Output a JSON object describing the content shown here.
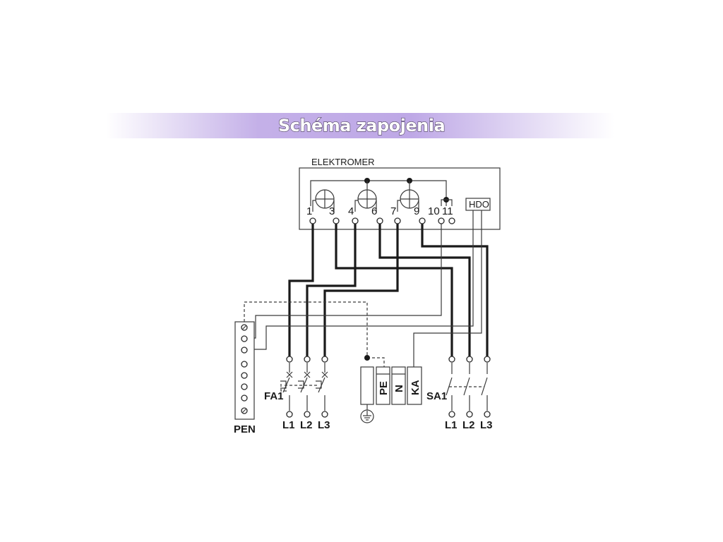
{
  "title": "Schéma zapojenia",
  "colors": {
    "banner": "#c4b0e8",
    "wire": "#1a1a1a"
  },
  "meter": {
    "label": "ELEKTROMER",
    "terminals": [
      "1",
      "3",
      "4",
      "6",
      "7",
      "9",
      "10",
      "11"
    ],
    "hdo_label": "HDO"
  },
  "pen_bar": {
    "label": "PEN"
  },
  "breaker_fa1": {
    "label": "FA1",
    "phases": [
      "L1",
      "L2",
      "L3"
    ]
  },
  "switch_sa1": {
    "label": "SA1",
    "phases": [
      "L1",
      "L2",
      "L3"
    ]
  },
  "terminal_blocks": [
    "PE",
    "N",
    "KA"
  ],
  "ground_symbol": "ground-icon"
}
